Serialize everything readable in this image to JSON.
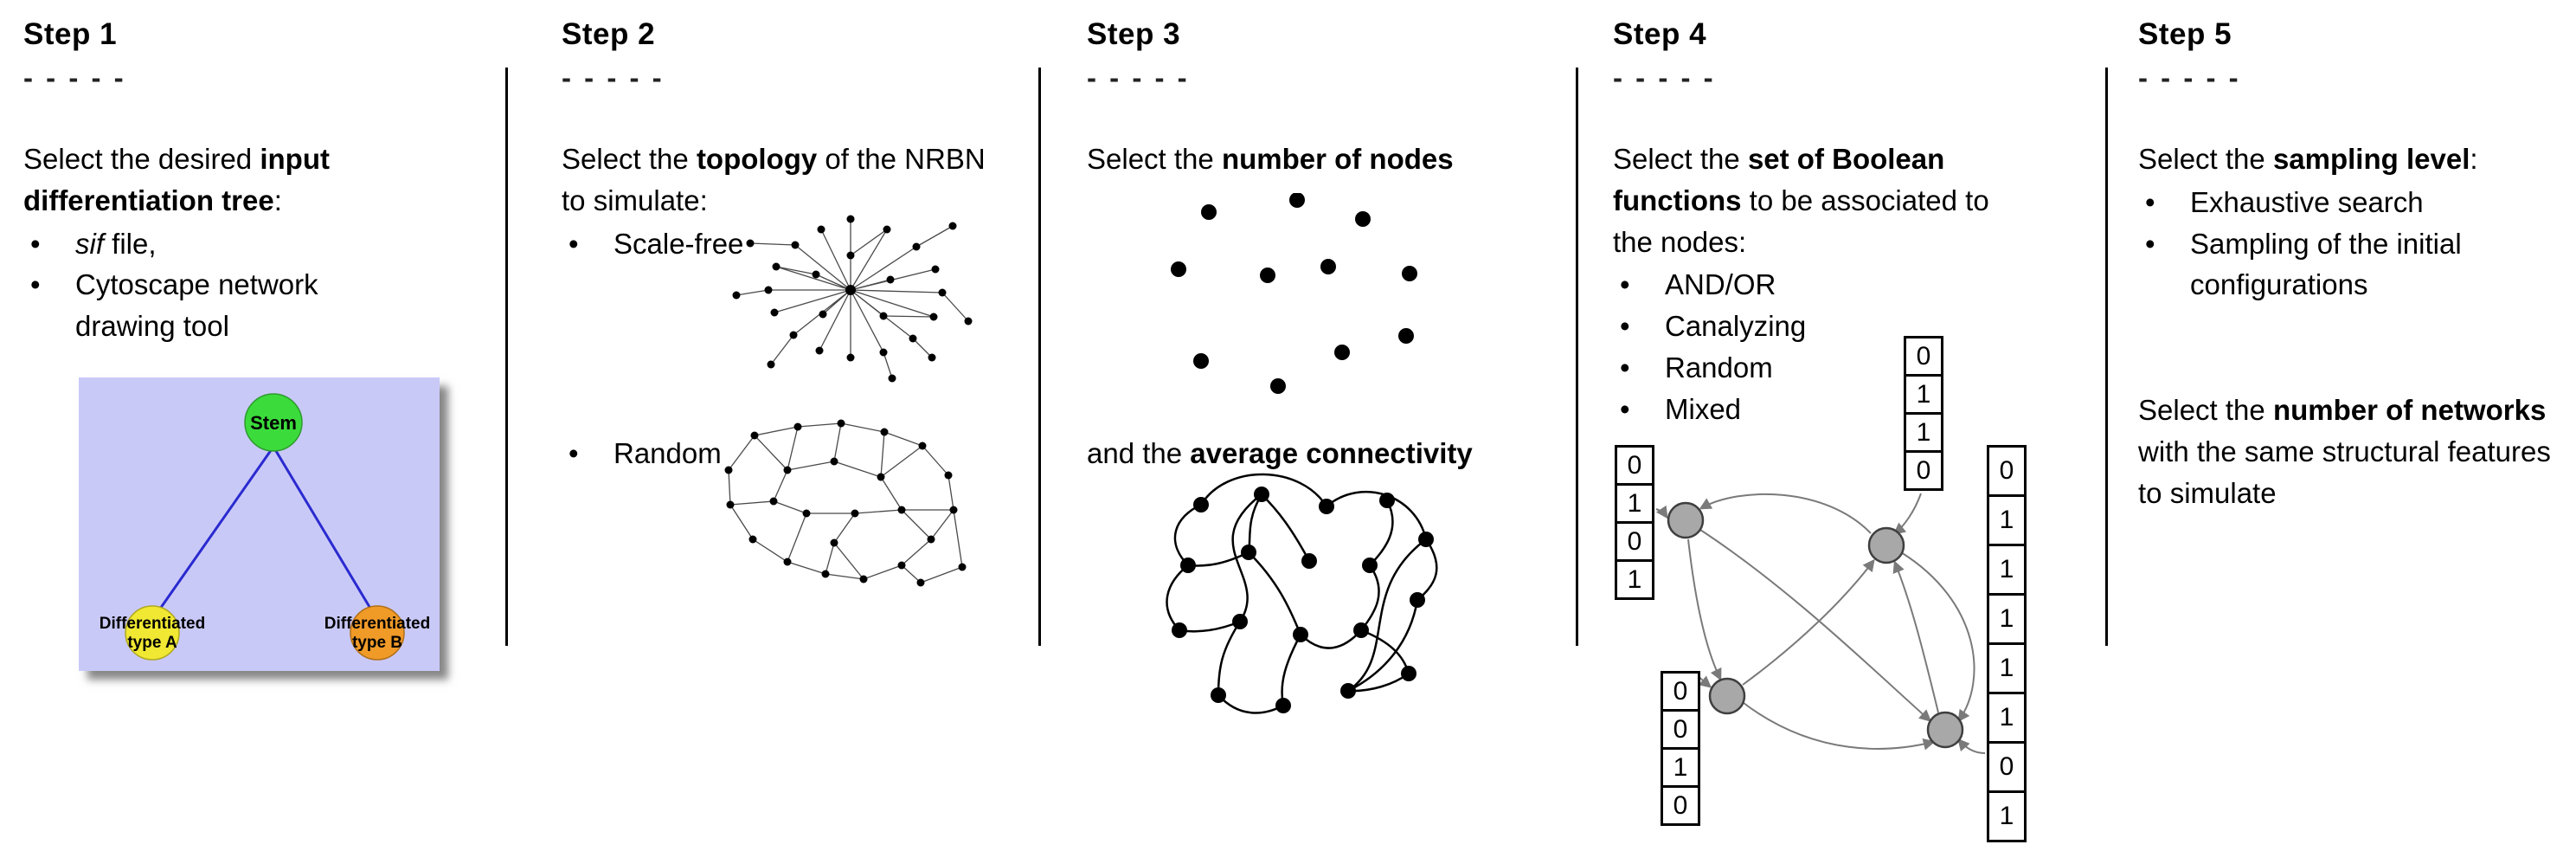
{
  "figure": {
    "background": "#ffffff"
  },
  "colors": {
    "text": "#000000",
    "separator": "#000000",
    "tree_bg": "#c9c9f8",
    "stem_green": "#3bdb3b",
    "type_a_yellow": "#f0e832",
    "type_b_orange": "#f09a28",
    "tree_edge_blue": "#2a2ad0",
    "network_black": "#000000",
    "node_gray": "#a8a8a8",
    "node_gray_border": "#3f3f3f",
    "arrow_gray": "#7a7a7a"
  },
  "steps": [
    {
      "title": "Step 1",
      "dashes": "- - - - -",
      "intro": {
        "pre": "Select the desired ",
        "bold": "input differentiation tree",
        "post": ":"
      },
      "bullets": [
        {
          "italic": "sif",
          "rest": " file,"
        },
        {
          "text": "Cytoscape network drawing tool"
        }
      ],
      "tree": {
        "root_label": "Stem",
        "left_label_line1": "Differentiated",
        "left_label_line2": "type A",
        "right_label_line1": "Differentiated",
        "right_label_line2": "type B"
      }
    },
    {
      "title": "Step 2",
      "dashes": "- - - - -",
      "intro": {
        "pre": "Select the ",
        "bold": "topology",
        "post": " of the NRBN to simulate:"
      },
      "bullets": [
        "Scale-free",
        "Random"
      ]
    },
    {
      "title": "Step 3",
      "dashes": "- - - - -",
      "line1": {
        "pre": "Select the ",
        "bold": "number of nodes",
        "post": ""
      },
      "line2": {
        "pre": "and the ",
        "bold": "average connectivity",
        "post": ""
      }
    },
    {
      "title": "Step 4",
      "dashes": "- - - - -",
      "intro": {
        "pre": "Select the ",
        "bold": "set of Boolean functions",
        "post": " to be associated to the nodes:"
      },
      "bullets": [
        "AND/OR",
        "Canalyzing",
        "Random",
        "Mixed"
      ],
      "truth_tables": {
        "top": [
          "0",
          "1",
          "1",
          "0"
        ],
        "left": [
          "0",
          "1",
          "0",
          "1"
        ],
        "bottom_left": [
          "0",
          "0",
          "1",
          "0"
        ],
        "right": [
          "0",
          "1",
          "1",
          "1",
          "1",
          "1",
          "0",
          "1"
        ]
      }
    },
    {
      "title": "Step 5",
      "dashes": "- - - - -",
      "intro": {
        "pre": "Select the ",
        "bold": "sampling level",
        "post": ":"
      },
      "bullets": [
        "Exhaustive search",
        "Sampling of the initial configurations"
      ],
      "para2": {
        "pre": "Select the ",
        "bold": "number of networks",
        "post": " with the same structural features to simulate"
      }
    }
  ]
}
